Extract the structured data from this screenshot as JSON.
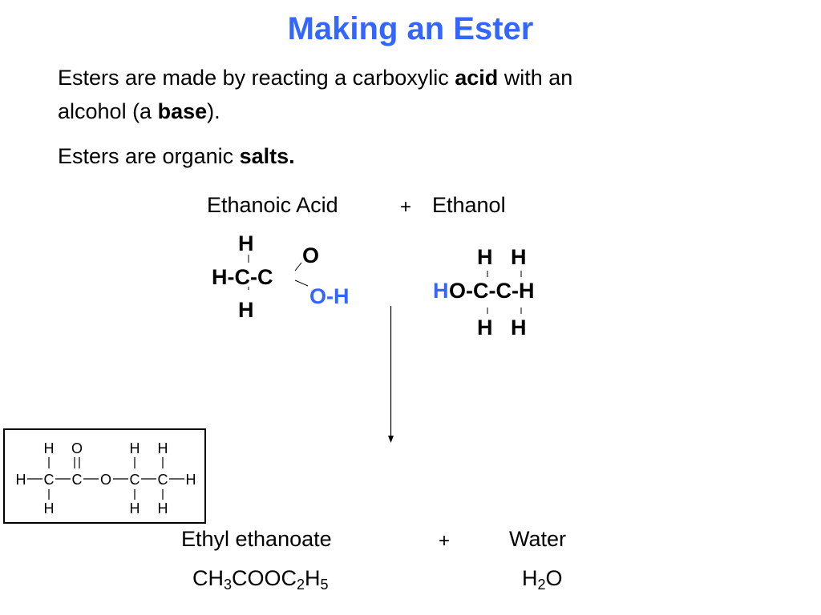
{
  "title": "Making an Ester",
  "intro": {
    "line1_a": "Esters are made by reacting a carboxylic ",
    "line1_acid": "acid",
    "line1_b": " with an",
    "line2_a": "alcohol (a ",
    "line2_base": "base",
    "line2_b": ").",
    "line3_a": "Esters are organic ",
    "line3_salts": "salts."
  },
  "reactants": {
    "acid_name": "Ethanoic Acid",
    "plus": "+",
    "alcohol_name": "Ethanol"
  },
  "acid_structure": {
    "top_h": "H",
    "middle": "H-C-C",
    "bottom_h": "H",
    "oxygen": "O",
    "hydroxyl": "O-H"
  },
  "ethanol_structure": {
    "top_h1": "H",
    "top_h2": "H",
    "leading_h": "H",
    "chain": "O-C-C-H",
    "bottom_h1": "H",
    "bottom_h2": "H"
  },
  "ester_structure": {
    "top": [
      "H",
      "O",
      "H",
      "H"
    ],
    "row": [
      "H",
      "C",
      "C",
      "O",
      "C",
      "C",
      "H"
    ],
    "bottom": [
      "H",
      "H",
      "H"
    ]
  },
  "products": {
    "ester_name": "Ethyl ethanoate",
    "plus": "+",
    "water_name": "Water",
    "ester_formula": {
      "p1": "CH",
      "s1": "3",
      "p2": "COOC",
      "s2": "2",
      "p3": "H",
      "s3": "5"
    },
    "water_formula": {
      "p1": "H",
      "s1": "2",
      "p2": "O"
    }
  },
  "colors": {
    "title": "#3366ff",
    "highlight": "#3366ff",
    "text": "#000000"
  }
}
